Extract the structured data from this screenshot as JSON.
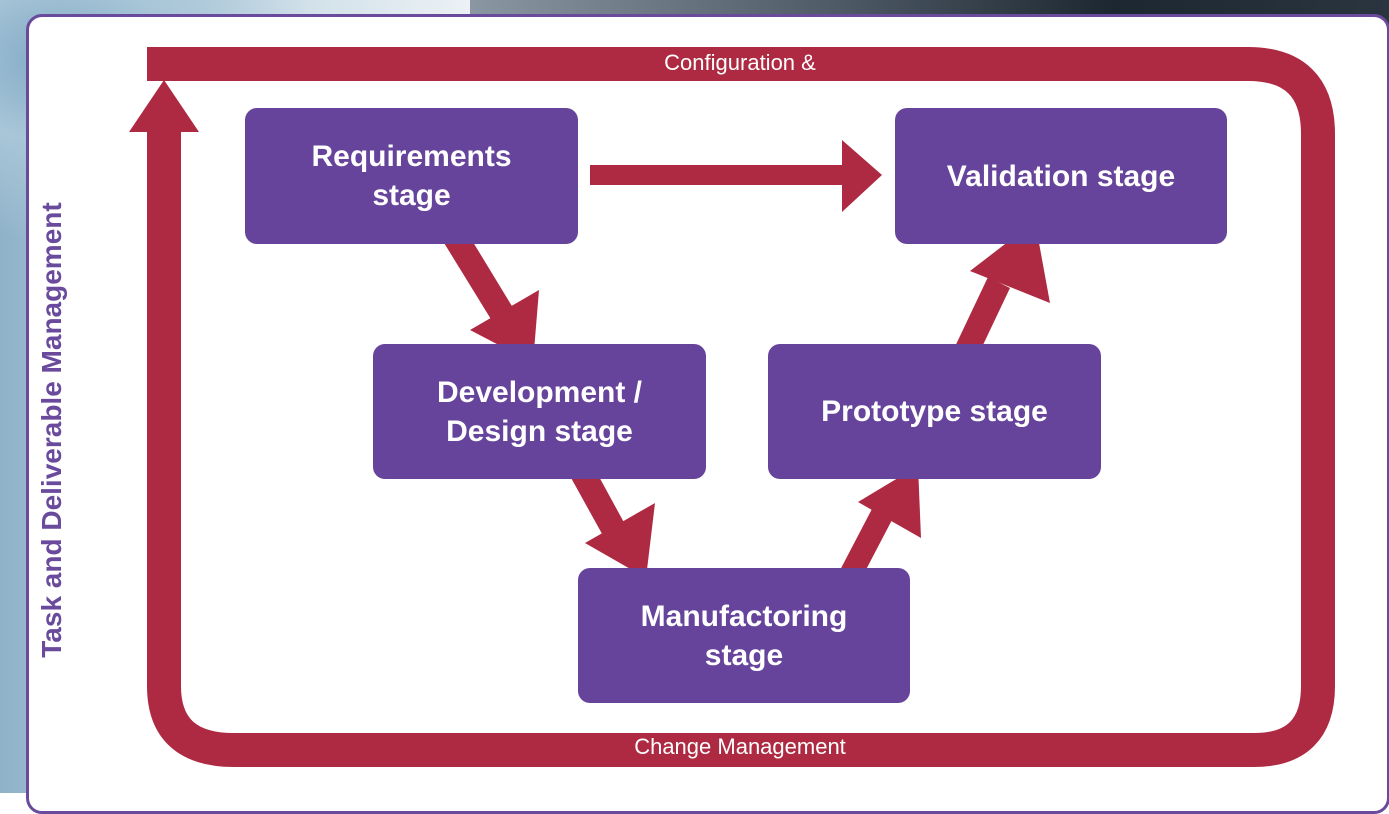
{
  "loop": {
    "top_label": "Configuration &",
    "bottom_label": "Change Management",
    "side_label": "Task and Deliverable Management"
  },
  "stages": {
    "requirements": "Requirements\nstage",
    "validation": "Validation stage",
    "development": "Development /\nDesign stage",
    "prototype": "Prototype stage",
    "manufacturing": "Manufactoring\nstage"
  },
  "colors": {
    "loop_red": "#ae2a42",
    "stage_purple": "#67449b",
    "side_text_purple": "#6a4a9c"
  }
}
